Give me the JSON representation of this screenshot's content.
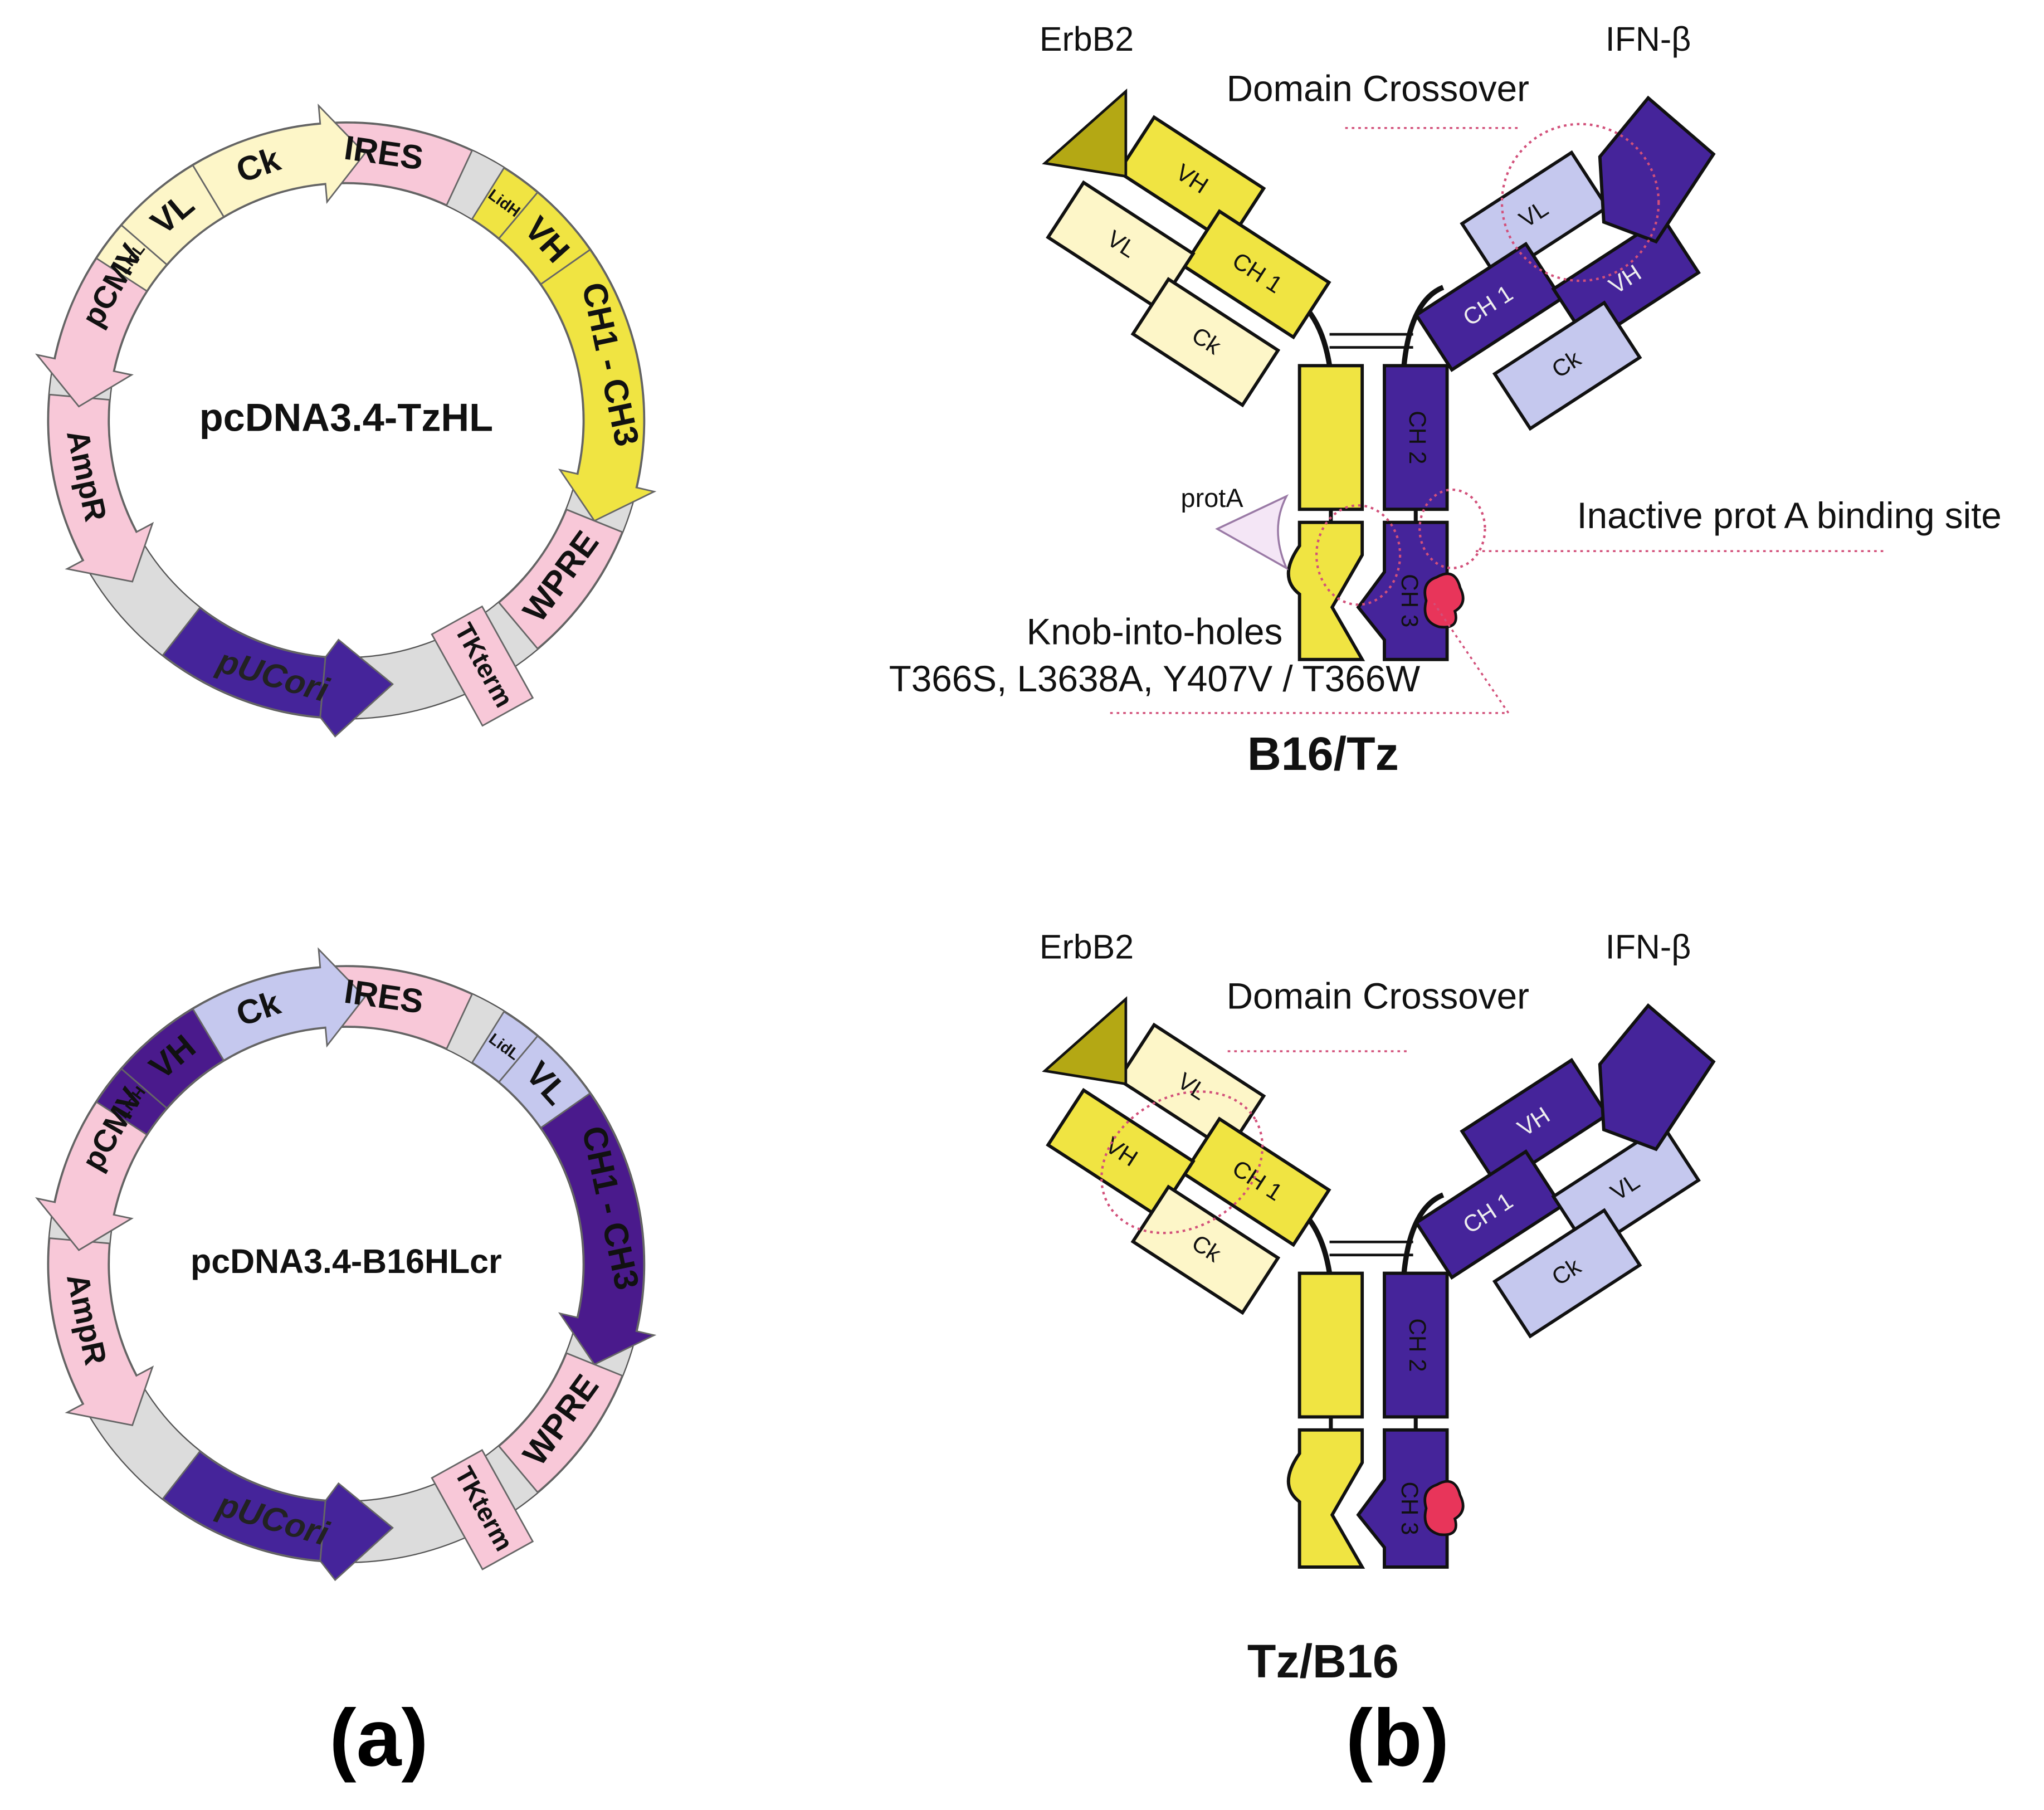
{
  "colors": {
    "pink": "#f8c8d8",
    "yellow": "#f0e442",
    "cream": "#fdf6c8",
    "purple": "#45249a",
    "lavender": "#c5c8ee",
    "darkpurple": "#4a1a8c",
    "gray": "#dcdcdc",
    "olive": "#b4a814",
    "red": "#e8355a",
    "dotted": "#d2507a"
  },
  "panel_a": {
    "label": "(a)",
    "plasmid1": {
      "name": "pcDNA3.4-TzHL",
      "features": [
        "IRES",
        "LidH",
        "VH",
        "CH1 - CH3",
        "WPRE",
        "TKterm",
        "pUCori",
        "AmpR",
        "pCMV",
        "LidL",
        "VL",
        "Ck"
      ]
    },
    "plasmid2": {
      "name": "pcDNA3.4-B16HLcr",
      "features": [
        "IRES",
        "LidL",
        "VL",
        "CH1 - CH3",
        "WPRE",
        "TKterm",
        "pUCori",
        "AmpR",
        "pCMV",
        "LidH",
        "VH",
        "Ck"
      ]
    }
  },
  "panel_b": {
    "label": "(b)",
    "antibody1": {
      "name": "B16/Tz",
      "antigen_left": "ErbB2",
      "antigen_right": "IFN-β",
      "crossover_label": "Domain Crossover",
      "domains_left": [
        "VH",
        "CH 1",
        "VL",
        "Ck"
      ],
      "domains_right": [
        "VL",
        "VH",
        "CH 1",
        "Ck"
      ],
      "fc": [
        "CH 2",
        "CH 3"
      ],
      "protA_label": "protA",
      "inactive_label": "Inactive prot A binding site",
      "knob_title": "Knob-into-holes",
      "knob_mutations": "T366S, L3638A, Y407V / T366W"
    },
    "antibody2": {
      "name": "Tz/B16",
      "antigen_left": "ErbB2",
      "antigen_right": "IFN-β",
      "crossover_label": "Domain Crossover",
      "domains_left": [
        "VL",
        "CH 1",
        "VH",
        "Ck"
      ],
      "domains_right": [
        "VH",
        "VL",
        "CH 1",
        "Ck"
      ],
      "fc": [
        "CH 2",
        "CH 3"
      ]
    }
  }
}
